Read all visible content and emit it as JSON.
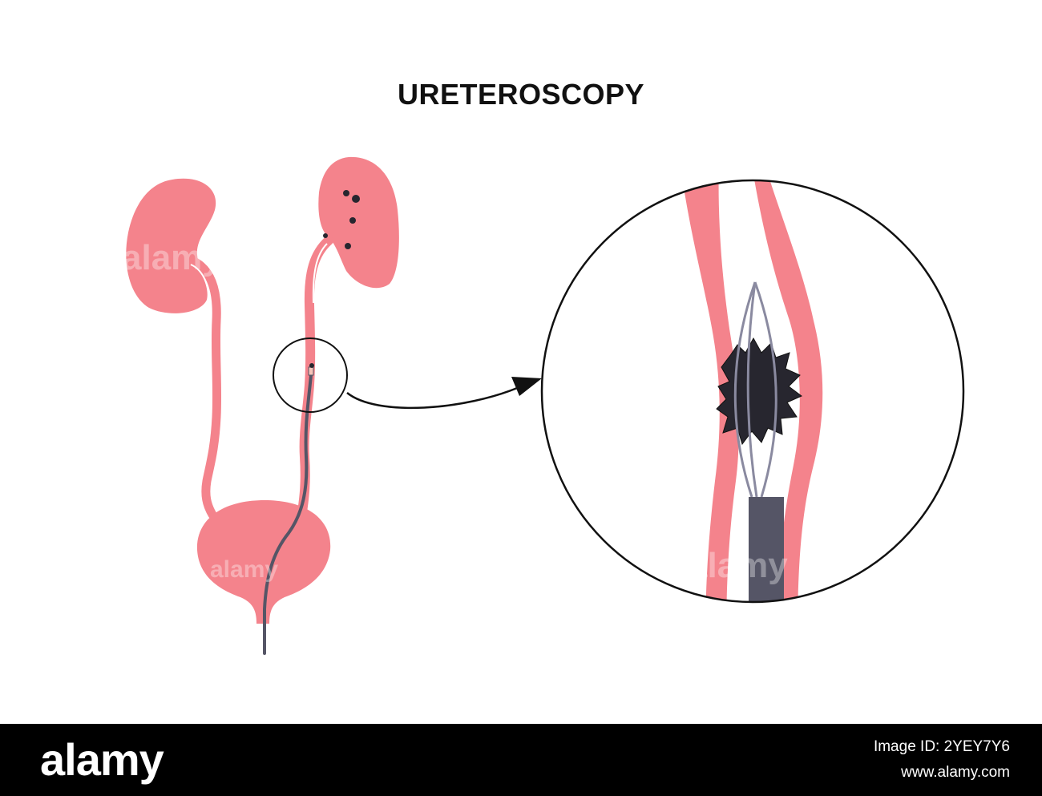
{
  "title": "URETEROSCOPY",
  "colors": {
    "tissue": "#f4838c",
    "lumen": "#ffffff",
    "stone": "#27262f",
    "scope": "#555566",
    "basket": "#8a8aa0",
    "outline": "#111111"
  },
  "watermark": "alamy",
  "footer": {
    "logo": "alamy",
    "image_id": "Image ID: 2YEY7Y6",
    "url": "www.alamy.com"
  }
}
